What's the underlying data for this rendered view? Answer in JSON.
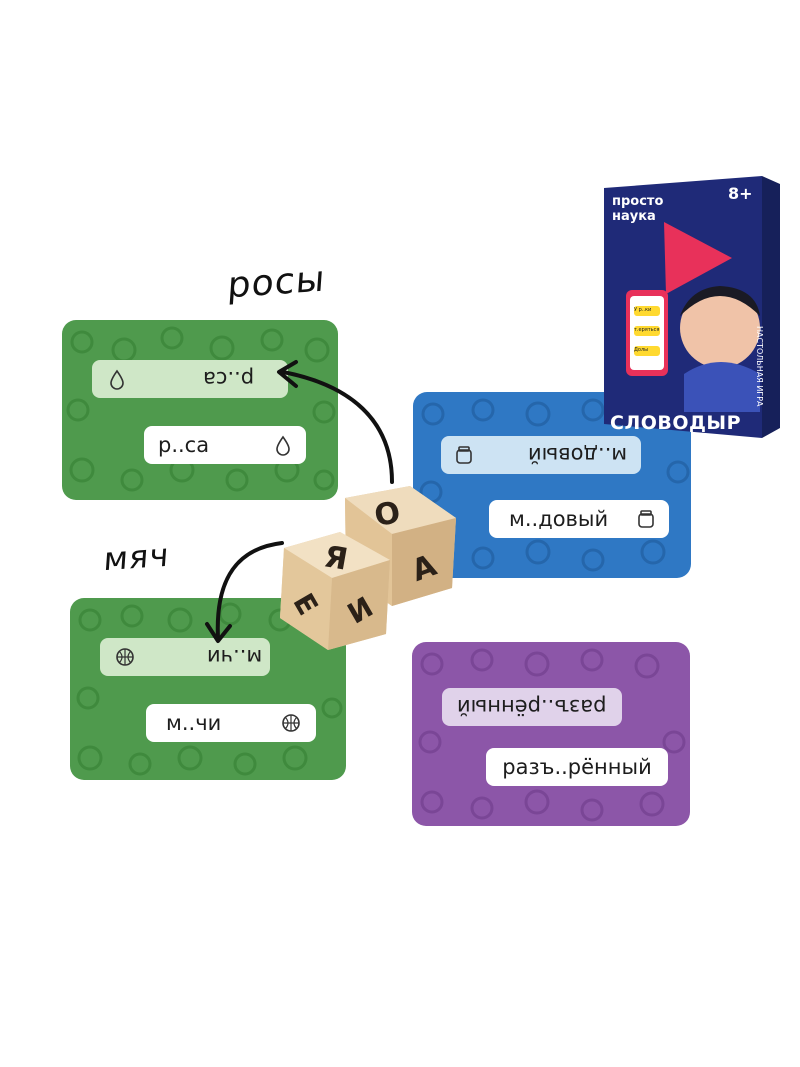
{
  "annotations": {
    "top_word": "росы",
    "mid_word": "мяч"
  },
  "cards": {
    "green_top": {
      "bubble_a": "р..са",
      "bubble_b": "р..са",
      "icon": "drop-icon"
    },
    "blue": {
      "bubble_a": "м..довый",
      "bubble_b": "м..довый",
      "icon": "honey-jar-icon"
    },
    "green_bottom": {
      "bubble_a": "м..чи",
      "bubble_b": "м..чи",
      "icon": "ball-icon"
    },
    "purple": {
      "bubble_a": "разъ..рённый",
      "bubble_b": "разъ..рённый"
    }
  },
  "dice": {
    "die1_top": "О",
    "die1_front": "Я",
    "die1_side": "А",
    "die2_top": "Е",
    "die2_side": "И"
  },
  "box": {
    "brand_line1": "просто",
    "brand_line2": "наука",
    "age": "8+",
    "title": "СЛОВОДЫР",
    "spine": "НАСТОЛЬНАЯ ИГРА",
    "phone_line1": "У р..ки",
    "phone_line2": "т.еряться",
    "phone_line3": "Долы"
  },
  "colors": {
    "green": "#4f9a4d",
    "blue": "#2f78c4",
    "purple": "#8c56a8",
    "box": "#1f2a78",
    "accent": "#e8315a"
  }
}
